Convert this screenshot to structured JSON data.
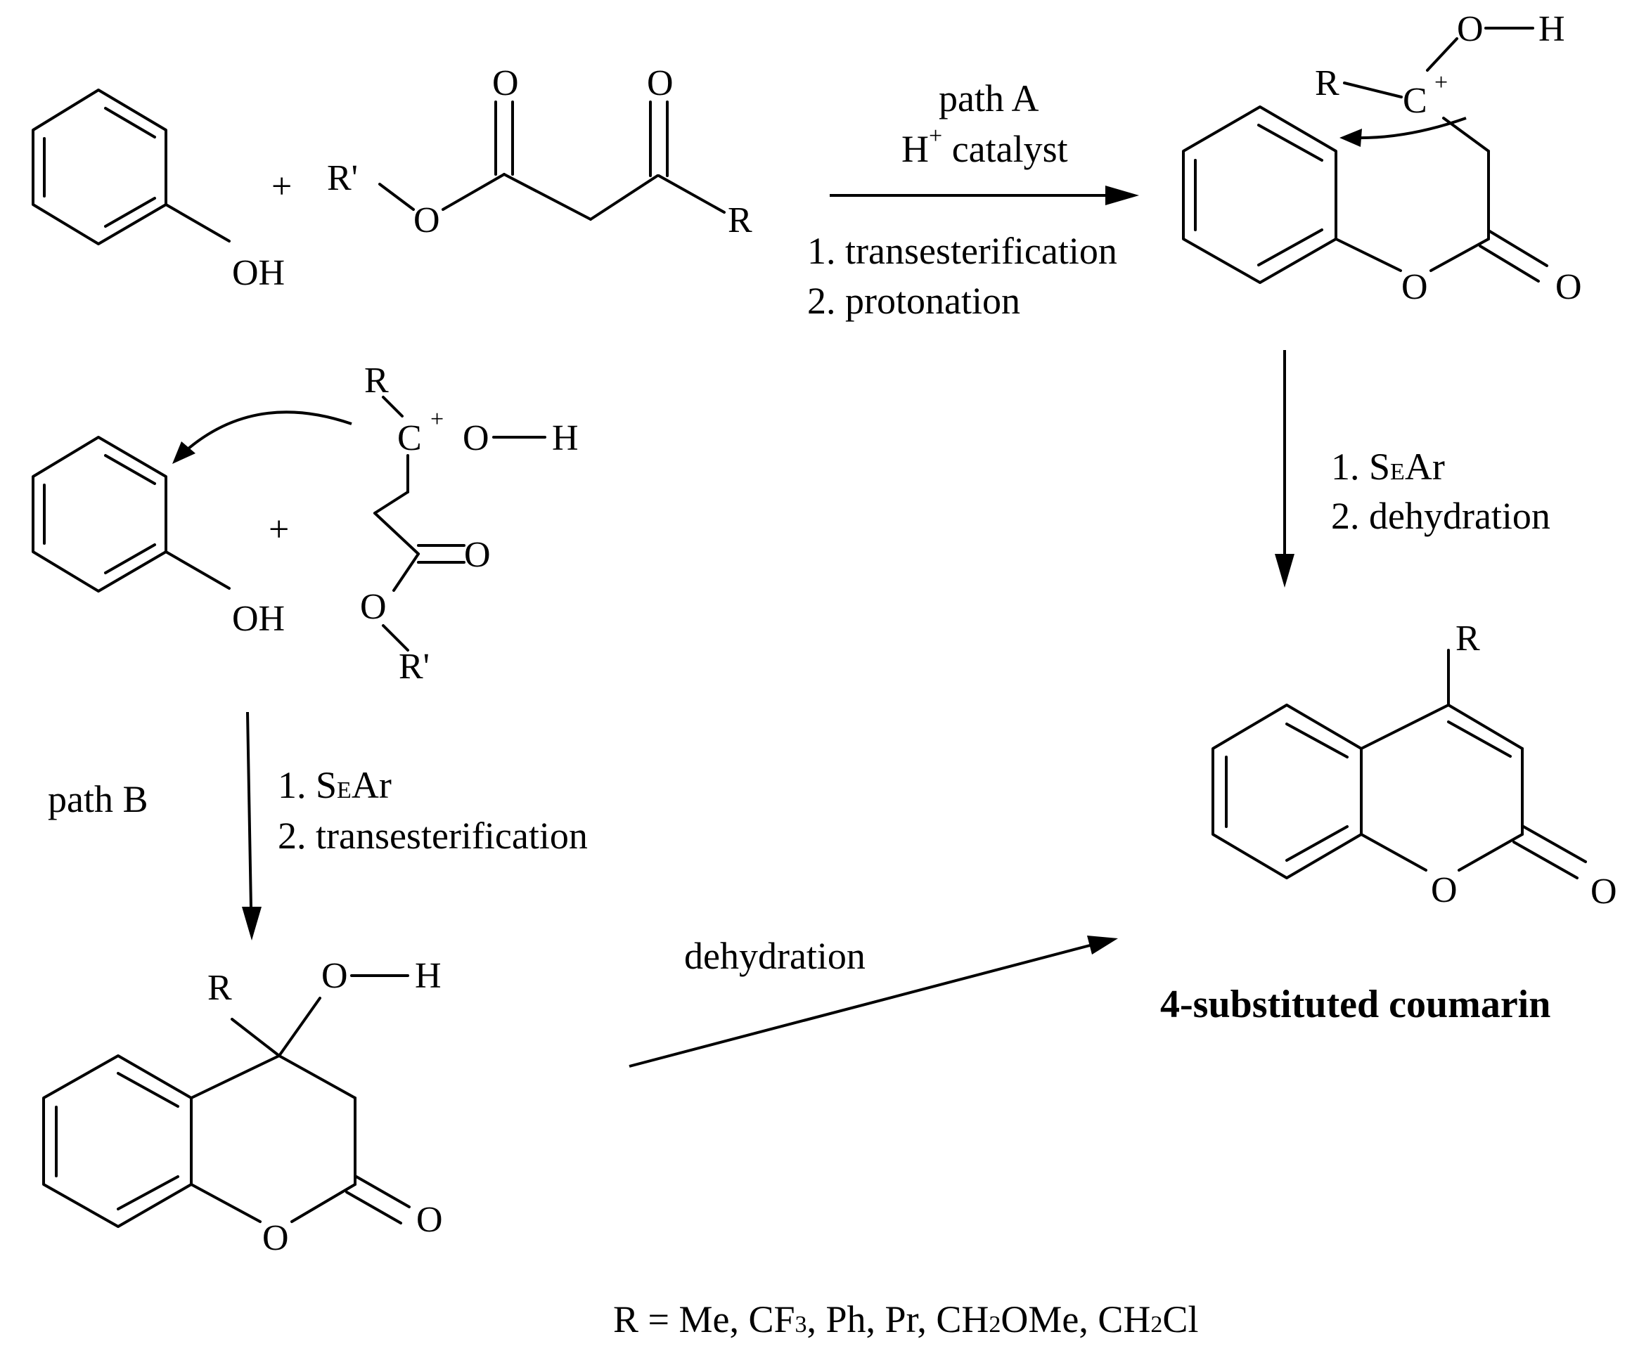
{
  "atoms": {
    "oh": "OH",
    "o": "O",
    "r": "R",
    "r_prime": "R'",
    "h": "H",
    "c": "C",
    "plus": "+",
    "charge_plus": "+"
  },
  "path_a": {
    "label": "path A",
    "catalyst_h": "H",
    "catalyst_sup": "+",
    "catalyst_word": " catalyst",
    "step1": "1. transesterification",
    "step2": "2. protonation"
  },
  "right_vertical": {
    "step1_prefix": "1. S",
    "step1_sub": "E",
    "step1_suffix": "Ar",
    "step2": "2. dehydration"
  },
  "path_b": {
    "label": "path B",
    "step1_prefix": "1. S",
    "step1_sub": "E",
    "step1_suffix": "Ar",
    "step2": "2. transesterification"
  },
  "diagonal": {
    "label": "dehydration"
  },
  "product": {
    "title": "4-substituted coumarin"
  },
  "footnote": {
    "p1": "R = Me, CF",
    "s1": "3",
    "p2": ", Ph, Pr, CH",
    "s2": "2",
    "p3": "OMe, CH",
    "s3": "2",
    "p4": "Cl"
  }
}
